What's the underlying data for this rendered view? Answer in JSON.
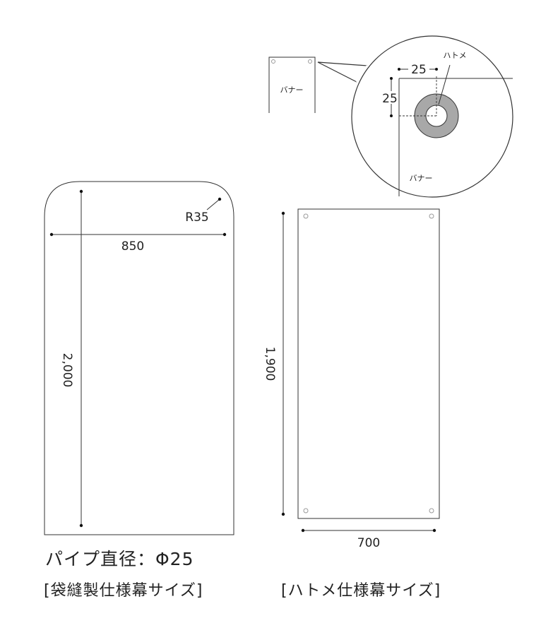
{
  "colors": {
    "line": "#333333",
    "dot": "#111111",
    "grommet_ring": "#a8a8a8",
    "grommet_small": "#b0b0b0"
  },
  "icons": [
    "grommet-icon"
  ],
  "detail": {
    "small_banner_label": "バナー",
    "grommet_label": "ハトメ",
    "offset_h": "25",
    "offset_v": "25",
    "banner_label": "バナー"
  },
  "left_banner": {
    "corner_radius_label": "R35",
    "width_label": "850",
    "height_label": "2,000"
  },
  "right_banner": {
    "width_label": "700",
    "height_label": "1,900"
  },
  "captions": {
    "pipe_diameter": "パイプ直径：Φ25",
    "left_title": "[袋縫製仕様幕サイズ]",
    "right_title": "[ハトメ仕様幕サイズ]"
  }
}
